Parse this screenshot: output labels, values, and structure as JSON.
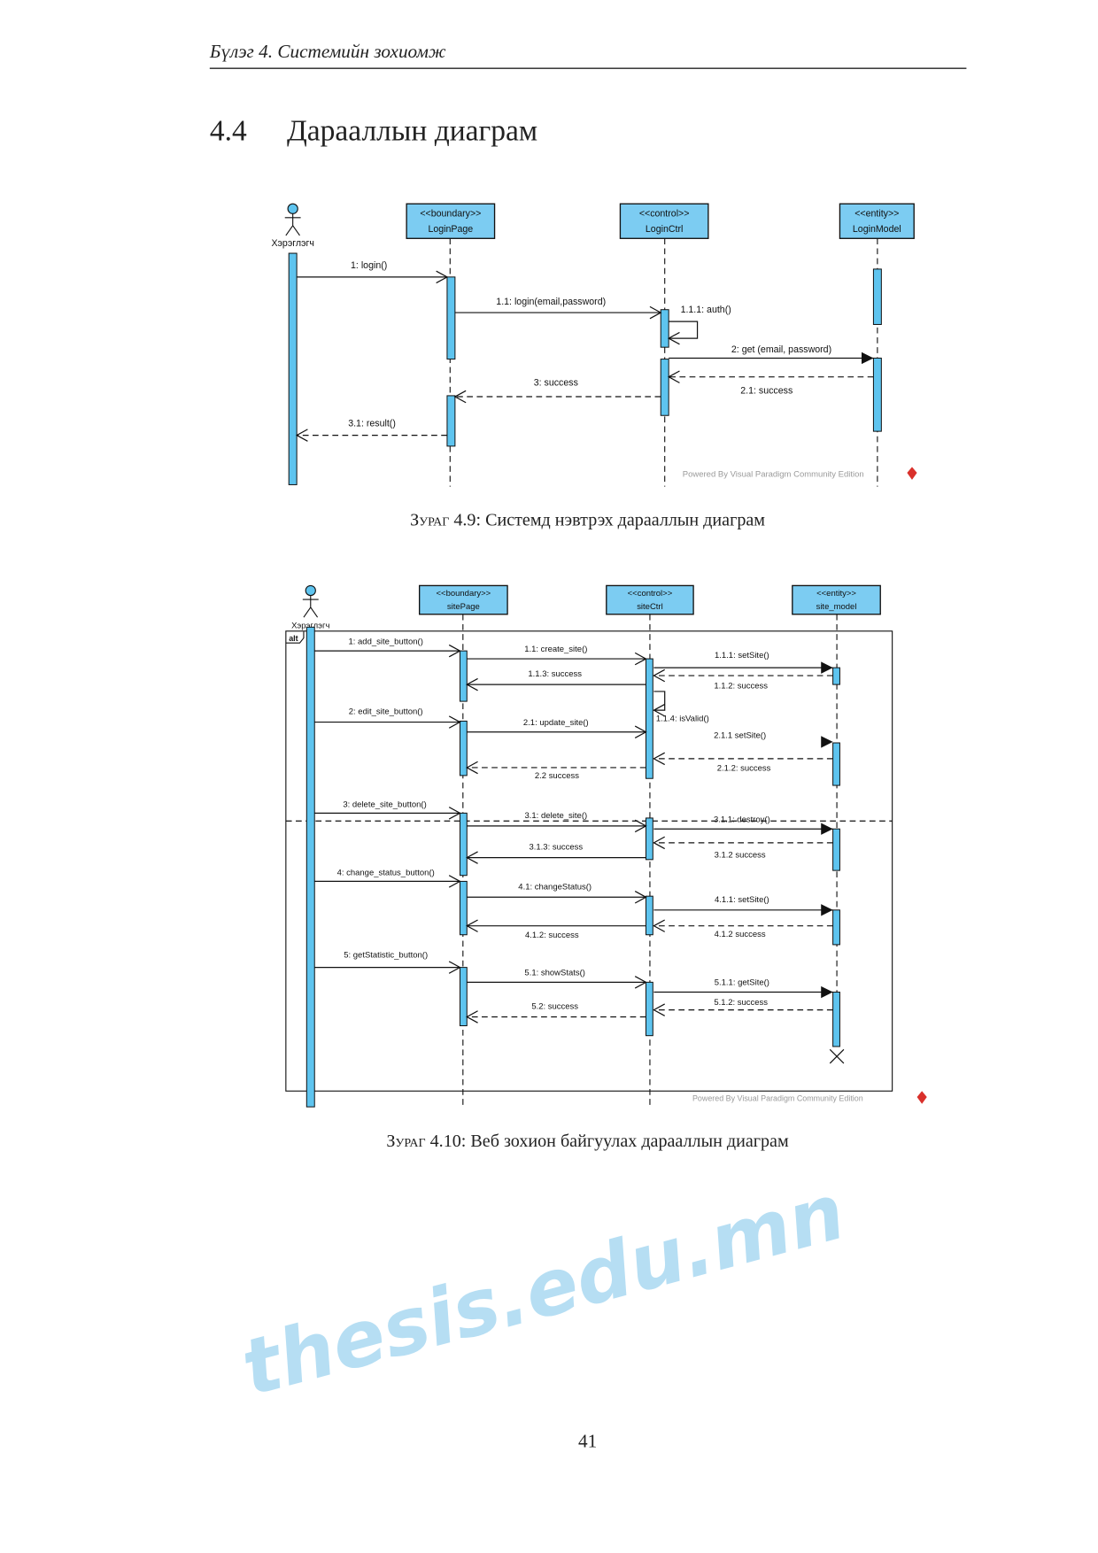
{
  "header": {
    "running_title": "Бүлэг 4.  Системийн зохиомж"
  },
  "section": {
    "number": "4.4",
    "title": "Дарааллын диаграм"
  },
  "figure1": {
    "actor": "Хэрэглэгч",
    "objects": [
      {
        "stereotype": "<<boundary>>",
        "name": "LoginPage"
      },
      {
        "stereotype": "<<control>>",
        "name": "LoginCtrl"
      },
      {
        "stereotype": "<<entity>>",
        "name": "LoginModel"
      }
    ],
    "messages": [
      "1: login()",
      "1.1: login(email,password)",
      "1.1.1: auth()",
      "2: get (email, password)",
      "2.1: success",
      "3: success",
      "3.1: result()"
    ],
    "powered_by": "Powered By Visual Paradigm Community Edition",
    "caption_label": "Зураг 4.9:",
    "caption_text": "Системд нэвтрэх дарааллын диаграм"
  },
  "figure2": {
    "actor": "Хэрэглэгч",
    "frame_label": "alt",
    "objects": [
      {
        "stereotype": "<<boundary>>",
        "name": "sitePage"
      },
      {
        "stereotype": "<<control>>",
        "name": "siteCtrl"
      },
      {
        "stereotype": "<<entity>>",
        "name": "site_model"
      }
    ],
    "messages": [
      "1: add_site_button()",
      "1.1: create_site()",
      "1.1.1: setSite()",
      "1.1.2: success",
      "1.1.3: success",
      "1.1.4: isValid()",
      "2: edit_site_button()",
      "2.1: update_site()",
      "2.1.1  setSite()",
      "2.1.2: success",
      "2.2  success",
      "3: delete_site_button()",
      "3.1: delete_site()",
      "3.1.1: destroy()",
      "3.1.2  success",
      "3.1.3: success",
      "4: change_status_button()",
      "4.1: changeStatus()",
      "4.1.1: setSite()",
      "4.1.2  success",
      "4.1.2: success",
      "5: getStatistic_button()",
      "5.1: showStats()",
      "5.1.1: getSite()",
      "5.1.2: success",
      "5.2: success"
    ],
    "powered_by": "Powered By Visual Paradigm Community Edition",
    "caption_label": "Зураг 4.10:",
    "caption_text": "Веб зохион байгуулах дарааллын диаграм"
  },
  "watermark": "thesis.edu.mn",
  "page_number": "41",
  "colors": {
    "lifeline_box": "#7cccf2",
    "activation": "#5ec4ef",
    "watermark": "#7cc4ea",
    "logo": "#d9302b"
  }
}
